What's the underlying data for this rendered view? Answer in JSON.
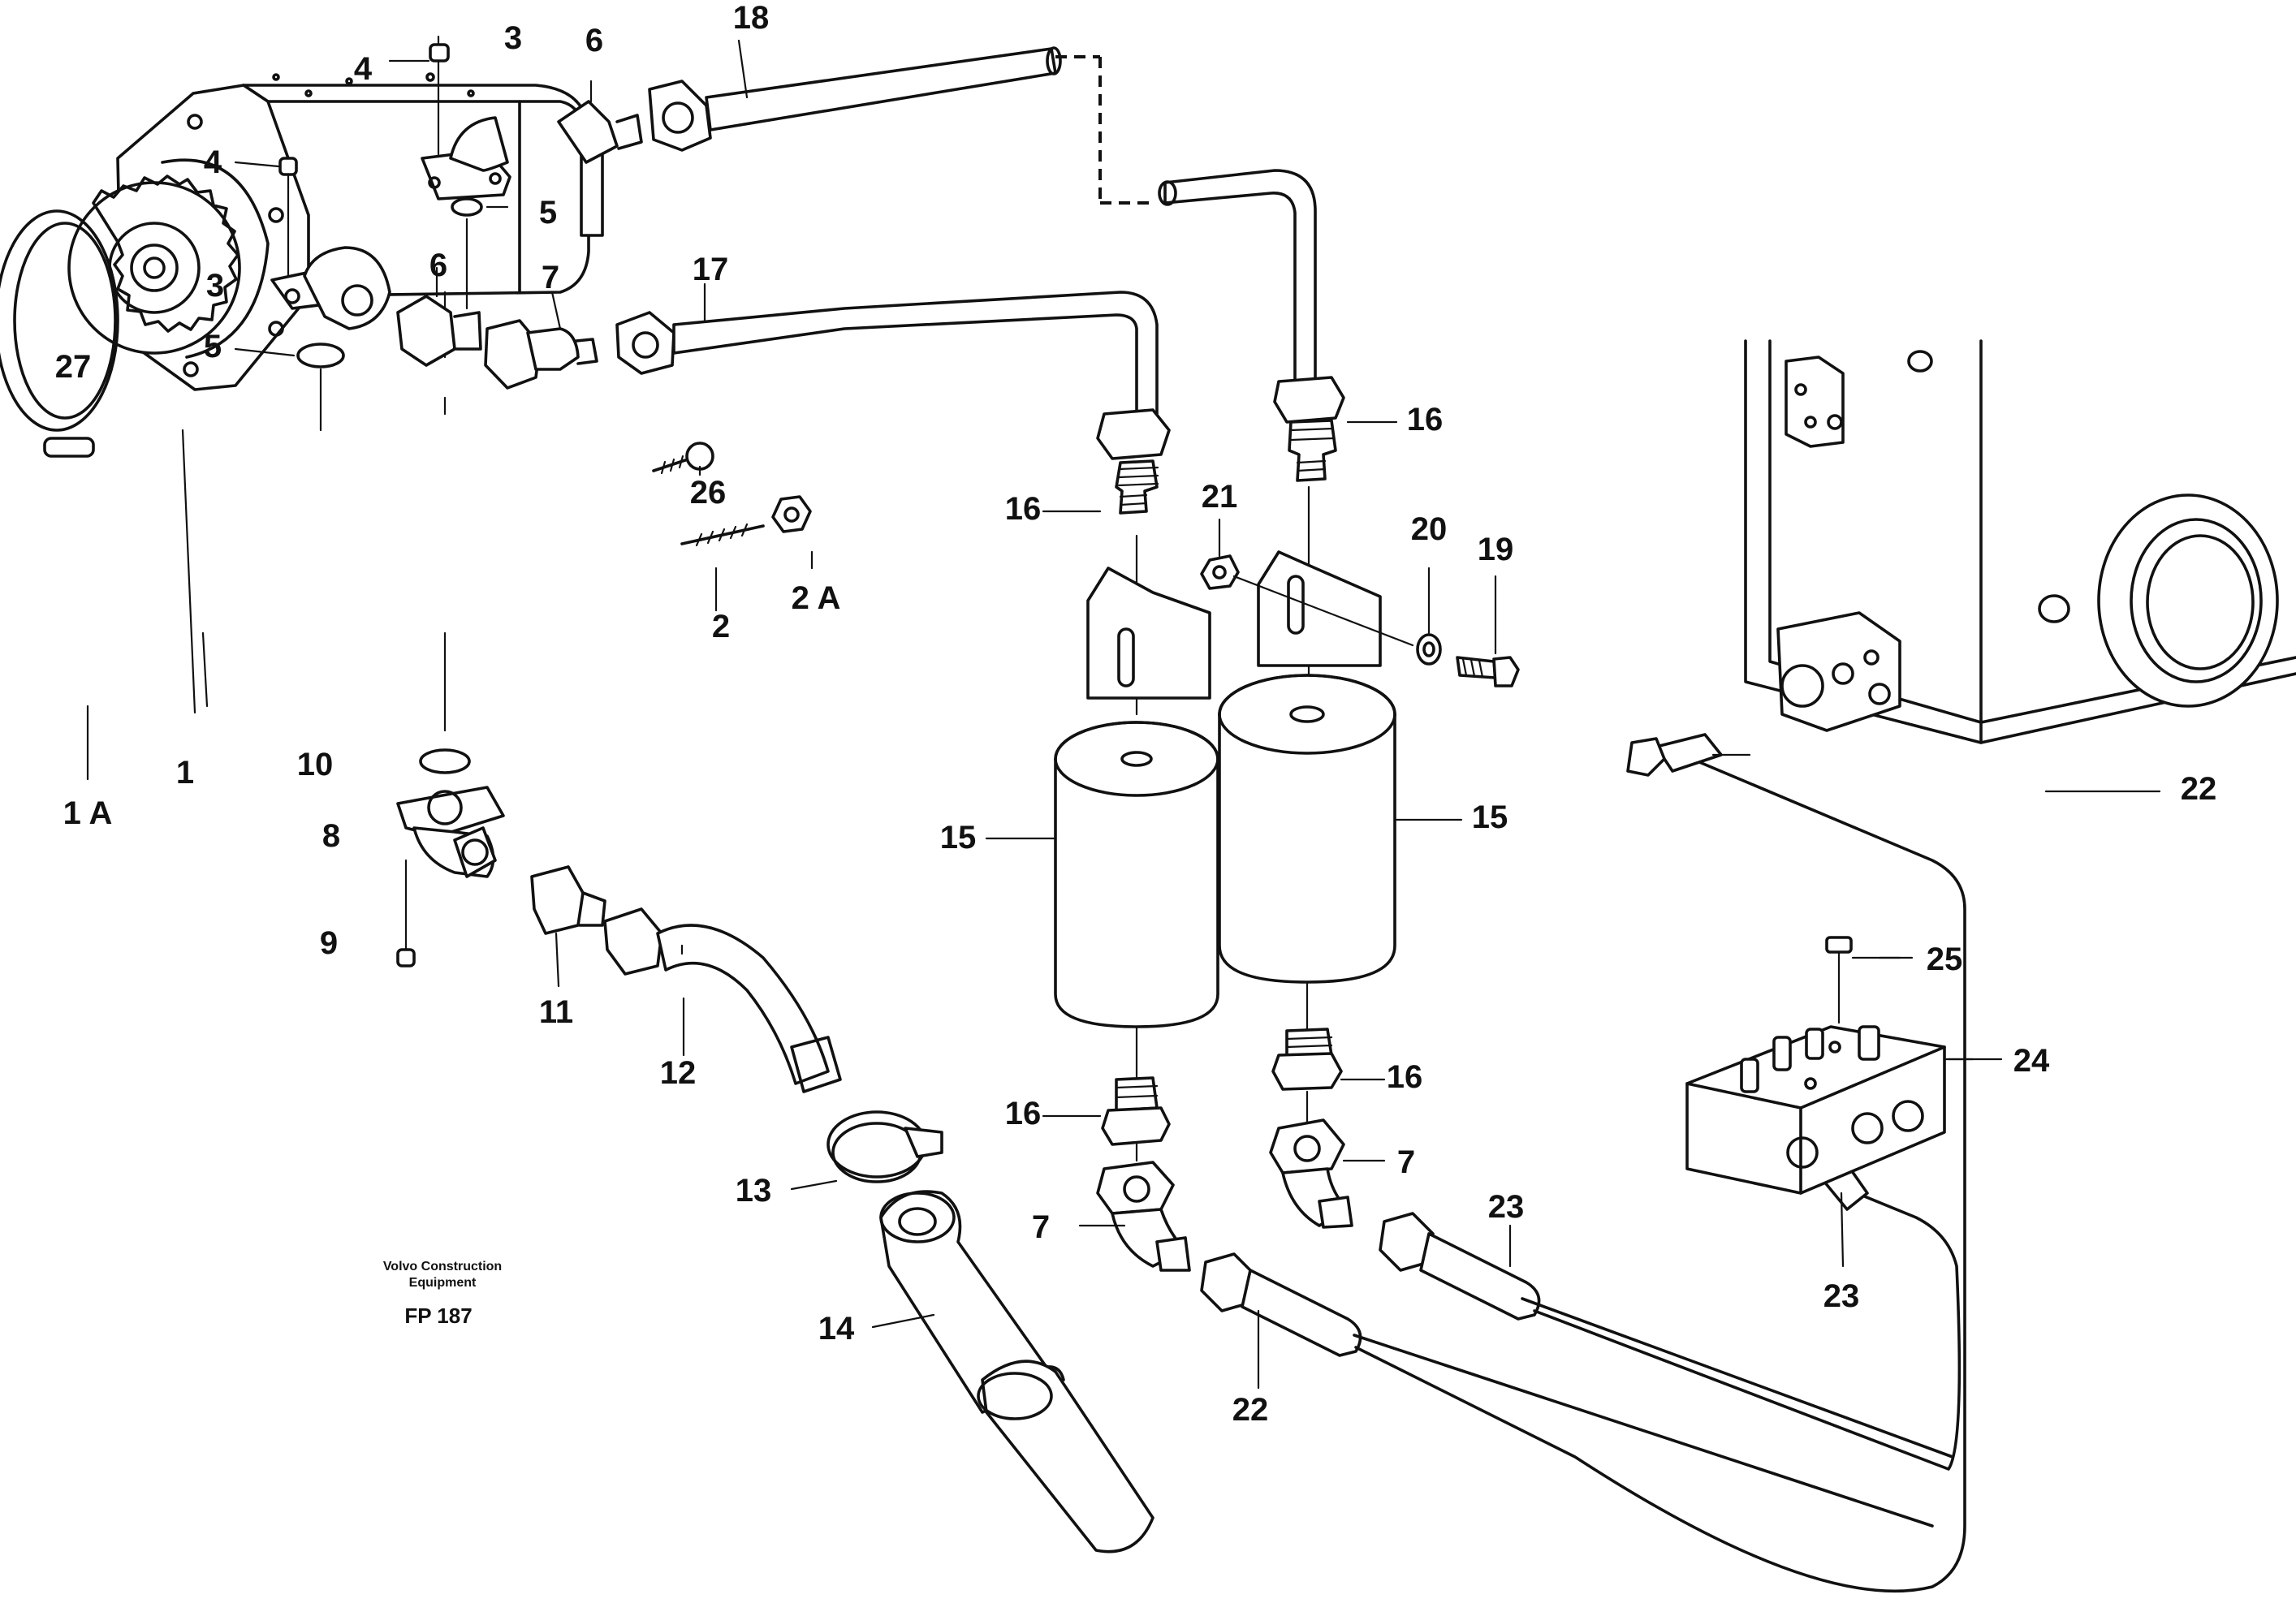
{
  "labels": {
    "l1": "1",
    "l1a": "1 A",
    "l2": "2",
    "l2a": "2 A",
    "l3a": "3",
    "l3b": "3",
    "l4a": "4",
    "l4b": "4",
    "l5a": "5",
    "l5b": "5",
    "l6a": "6",
    "l6b": "6",
    "l7a": "7",
    "l7b": "7",
    "l7c": "7",
    "l8": "8",
    "l9": "9",
    "l10": "10",
    "l11": "11",
    "l12": "12",
    "l13": "13",
    "l14": "14",
    "l15a": "15",
    "l15b": "15",
    "l16a": "16",
    "l16b": "16",
    "l16c": "16",
    "l16d": "16",
    "l17": "17",
    "l18": "18",
    "l19": "19",
    "l20": "20",
    "l21": "21",
    "l22a": "22",
    "l22b": "22",
    "l23a": "23",
    "l23b": "23",
    "l24": "24",
    "l25": "25",
    "l26": "26",
    "l27": "27"
  },
  "brand": {
    "line1": "Volvo Construction",
    "line2": "Equipment",
    "code": "FP 187"
  }
}
